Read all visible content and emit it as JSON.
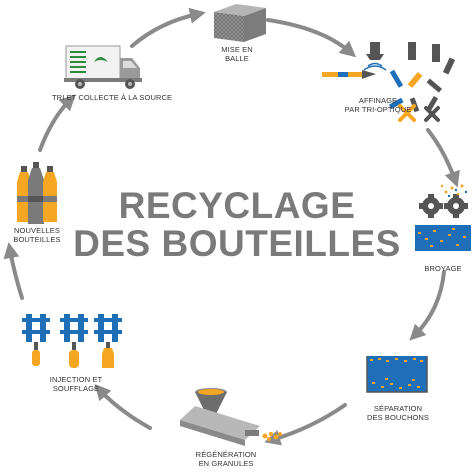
{
  "title": {
    "line1": "RECYCLAGE",
    "line2": "DES BOUTEILLES"
  },
  "steps": [
    {
      "id": "mise-en-balle",
      "lines": [
        "MISE EN",
        "BALLE"
      ],
      "icon": "bale-icon"
    },
    {
      "id": "affinage",
      "lines": [
        "AFFINAGE",
        "PAR TRI-OPTIQUE"
      ],
      "icon": "optical-sorting-icon"
    },
    {
      "id": "broyage",
      "lines": [
        "BROYAGE"
      ],
      "icon": "grinder-icon"
    },
    {
      "id": "separation",
      "lines": [
        "SÉPARATION",
        "DES BOUCHONS"
      ],
      "icon": "water-tank-icon"
    },
    {
      "id": "regeneration",
      "lines": [
        "RÉGÉNÉRATION",
        "EN GRANULES"
      ],
      "icon": "extruder-icon"
    },
    {
      "id": "injection",
      "lines": [
        "INJECTION ET",
        "SOUFFLAGE"
      ],
      "icon": "blow-molding-icon"
    },
    {
      "id": "nouvelles",
      "lines": [
        "NOUVELLES",
        "BOUTEILLES"
      ],
      "icon": "bottles-icon"
    },
    {
      "id": "tri",
      "lines": [
        "TRI ET COLLECTE À LA SOURCE"
      ],
      "icon": "truck-icon"
    }
  ],
  "colors": {
    "arrow": "#8a8a8a",
    "title": "#7a7a7a",
    "orange": "#f5a623",
    "blue": "#1e6fb8",
    "green": "#2e8b3d",
    "grey_dark": "#555555",
    "grey_light": "#b8b8b8"
  }
}
